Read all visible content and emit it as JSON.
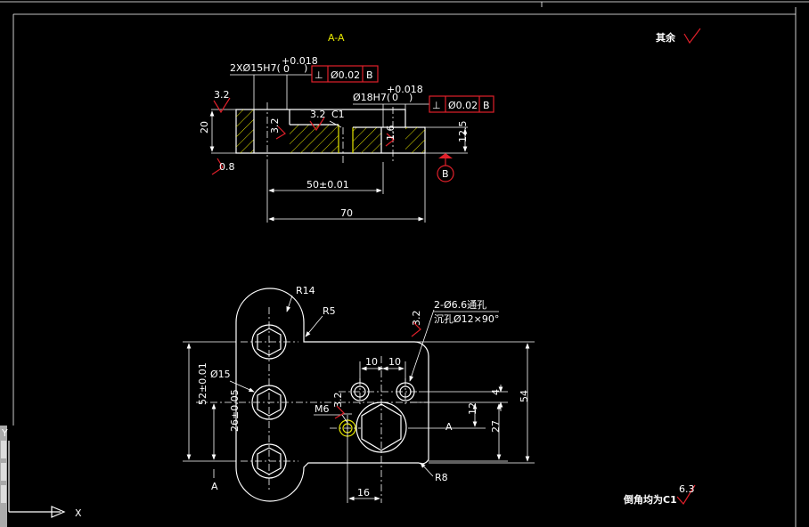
{
  "section_label": "A-A",
  "rest_roughness_label": "其余",
  "chamfer_note": "倒角均为C1",
  "chamfer_roughness": "6.3",
  "axis_x": "X",
  "axis_y": "Y",
  "colors": {
    "background": "#000000",
    "lines": "#ffffff",
    "annotation": "#e0202a",
    "highlight": "#e6e600"
  },
  "section": {
    "hole_spec": "2XØ15H7(",
    "hole_tol_upper": "+0.018",
    "hole_tol_lower": "0",
    "hole_tol_close": ")",
    "perp_symbol": "⊥",
    "perp_value": "Ø0.02",
    "datum": "B",
    "bore_spec": "Ø18H7(",
    "bore_tol_upper": "+0.018",
    "bore_tol_lower": "0",
    "bore_tol_close": ")",
    "bore_perp_symbol": "⊥",
    "bore_perp_value": "Ø0.02",
    "bore_datum": "B",
    "chamfer": "C1",
    "rough_top_left": "3.2",
    "rough_mid": "3.2",
    "rough_hole": "3.2",
    "rough_bore": "1.6",
    "rough_bottom": "0.8",
    "dim_height": "20",
    "dim_step": "12.5",
    "dim_50": "50±0.01",
    "dim_70": "70",
    "datum_circle": "B"
  },
  "plan": {
    "r14": "R14",
    "r5": "R5",
    "r8": "R8",
    "phi15": "Ø15",
    "holes_spec": "2-Ø6.6通孔",
    "counterbore": "沉孔Ø12×90°",
    "rough_holes": "3.2",
    "m6": "M6",
    "rough_m6": "3.2",
    "dim_10a": "10",
    "dim_10b": "10",
    "dim_4": "4",
    "dim_12": "12",
    "dim_27": "27",
    "dim_54": "54",
    "dim_52": "52±0.01",
    "dim_26": "26±0.05",
    "dim_16": "16",
    "section_mark_left": "A",
    "section_mark_right": "A"
  }
}
